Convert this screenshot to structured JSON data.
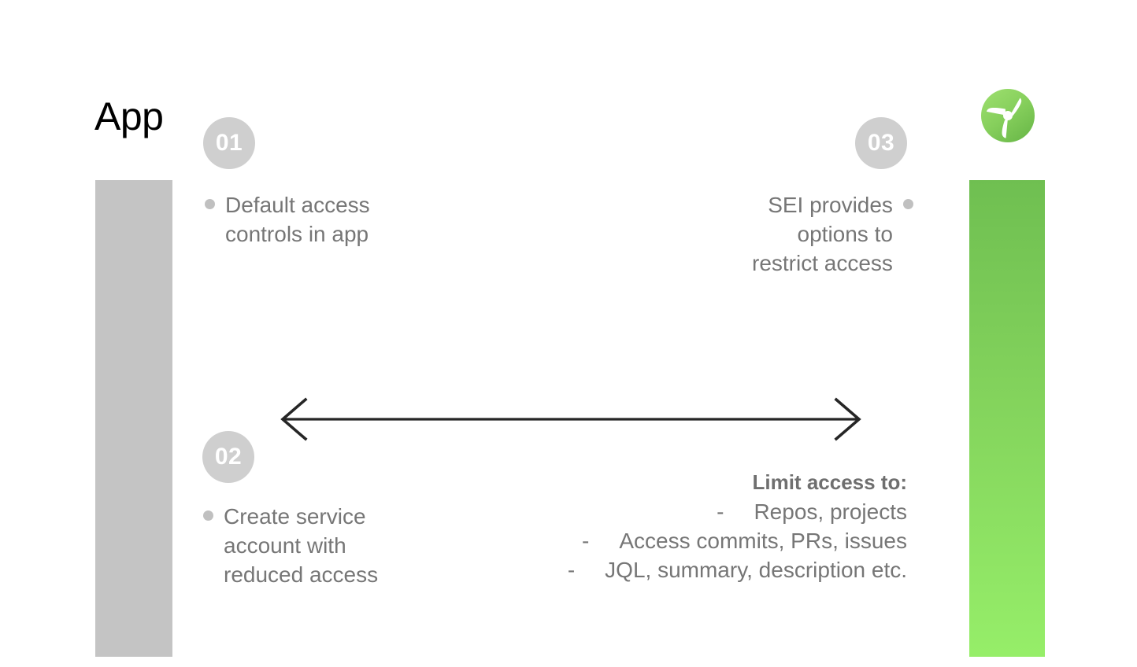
{
  "slide": {
    "title": "App",
    "logo_icon": "propeller-logo-icon",
    "accent_green_top": "#6fbf51",
    "accent_green_bottom": "#96ee69",
    "bar_gray": "#c4c4c4",
    "badge_gray": "#cfcfcf",
    "text_gray": "#767676",
    "arrow_color": "#262626"
  },
  "steps": [
    {
      "number": "01",
      "bullet_icon": "bullet-dot-icon",
      "text": "Default access\ncontrols in app"
    },
    {
      "number": "02",
      "bullet_icon": "bullet-dot-icon",
      "text": "Create service\naccount with\nreduced access"
    },
    {
      "number": "03",
      "bullet_icon": "bullet-dot-icon",
      "text": "SEI provides\noptions to\nrestrict access"
    }
  ],
  "arrow": {
    "icon": "double-headed-arrow-icon",
    "direction": "both"
  },
  "limit_access": {
    "heading": "Limit access to:",
    "dash": "-",
    "items": [
      "Repos, projects",
      "Access commits, PRs, issues",
      "JQL, summary, description etc."
    ]
  }
}
